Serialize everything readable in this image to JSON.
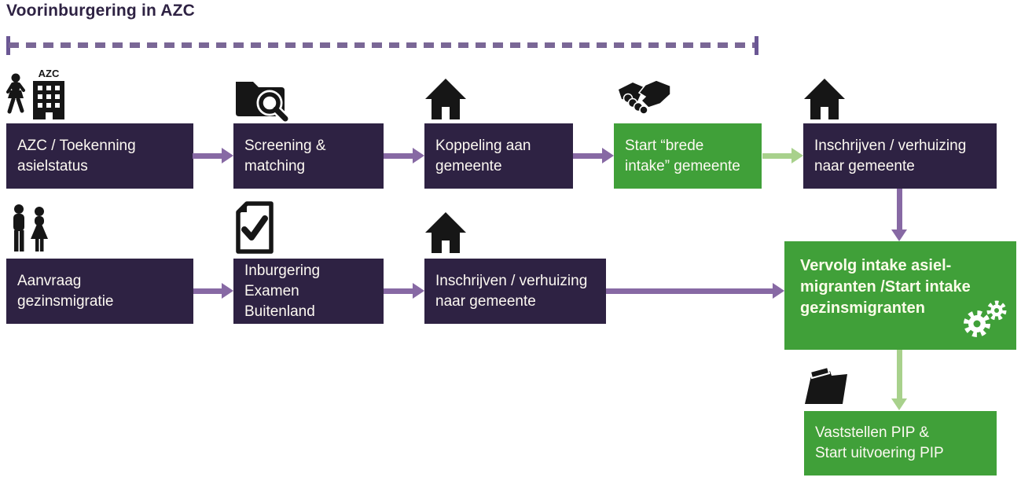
{
  "title": "Voorinburgering in AZC",
  "building_label": "AZC",
  "colors": {
    "box_purple": "#2e2243",
    "box_green": "#40a039",
    "arrow_purple": "#8769a4",
    "arrow_light_green": "#a8d18c",
    "dashed_bracket": "#7a6796",
    "box_text": "#fdf9f2",
    "highlight_text": "#fcfce9",
    "icon_black": "#161616"
  },
  "icons": {
    "azc_arrival": "person-walking-building-azc-icon",
    "screening": "folder-search-icon",
    "koppeling": "house-icon",
    "brede_intake": "handshake-icon",
    "inschrijven_asiel": "house-icon",
    "aanvraag": "couple-icon",
    "inburgering": "document-check-icon",
    "inschrijven_gezin": "house-icon",
    "vervolg": "gears-icon",
    "pip": "open-folder-icon"
  },
  "nodes": {
    "azc_toekenning": {
      "label": "AZC / Toekenning\nasielstatus",
      "style": "purple"
    },
    "screening_matching": {
      "label": "Screening &\nmatching",
      "style": "purple"
    },
    "koppeling_gemeente": {
      "label": "Koppeling aan\ngemeente",
      "style": "purple"
    },
    "start_brede_intake": {
      "label": "Start “brede\nintake” gemeente",
      "style": "green"
    },
    "inschrijven_asiel": {
      "label": "Inschrijven / verhuizing\nnaar gemeente",
      "style": "purple"
    },
    "aanvraag_gezinsmigratie": {
      "label": "Aanvraag\ngezinsmigratie",
      "style": "purple"
    },
    "inburgering_examen": {
      "label": "Inburgering\nExamen Buitenland",
      "style": "purple"
    },
    "inschrijven_gezin": {
      "label": "Inschrijven / verhuizing\nnaar gemeente",
      "style": "purple"
    },
    "vervolg_intake": {
      "label": "Vervolg intake asiel-\nmigranten /Start intake\ngezinsmigranten",
      "style": "green-bold"
    },
    "vaststellen_pip": {
      "label": "Vaststellen PIP &\nStart uitvoering PIP",
      "style": "green"
    }
  }
}
